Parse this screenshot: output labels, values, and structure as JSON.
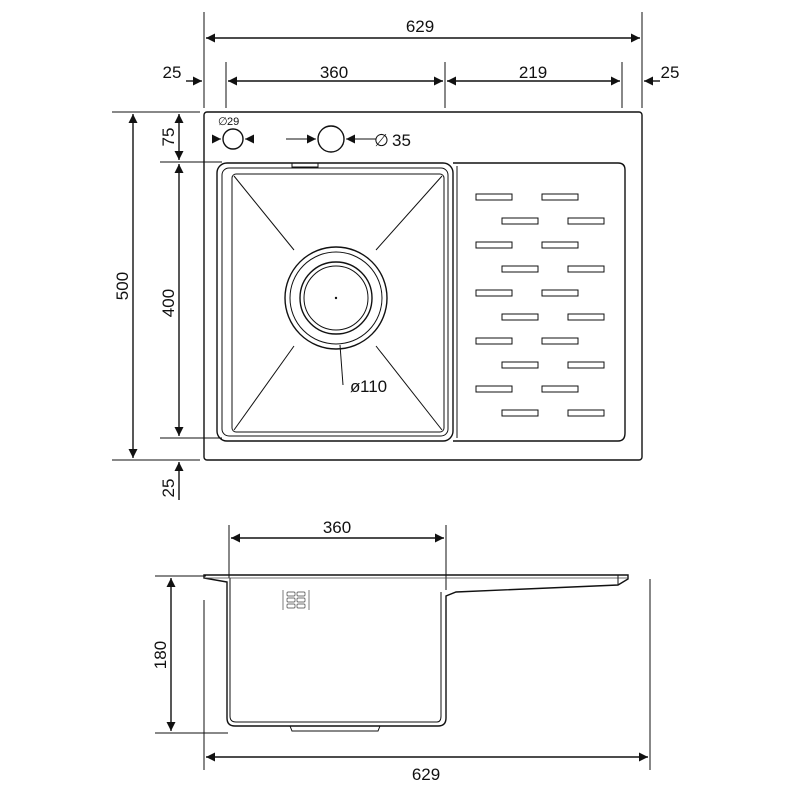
{
  "top_view": {
    "overall_width": "629",
    "left_margin": "25",
    "bowl_width": "360",
    "drainer_width": "219",
    "right_margin": "25",
    "overall_depth": "500",
    "back_margin": "75",
    "bowl_depth": "400",
    "front_margin": "25",
    "tap_hole": "29",
    "overflow_hole": "35",
    "drain_hole": "110",
    "tap_hole_symbol": "∅",
    "overflow_symbol": "∅",
    "drain_symbol": "ø"
  },
  "side_view": {
    "bowl_width": "360",
    "bowl_height": "180",
    "overall_width": "629"
  }
}
